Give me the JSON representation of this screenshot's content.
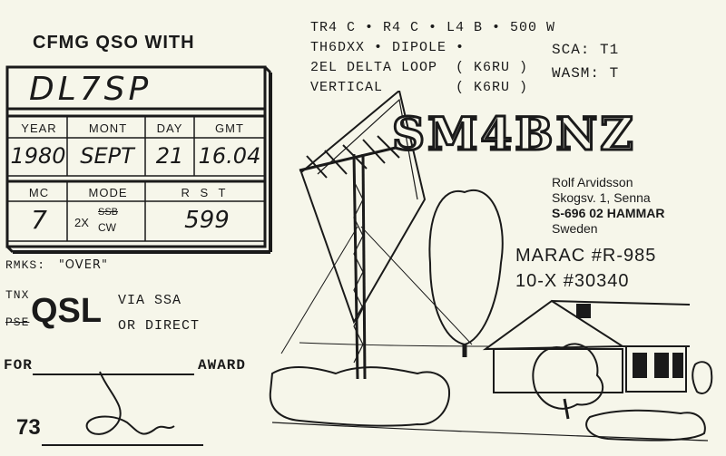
{
  "header": {
    "qso_with": "CFMG QSO WITH"
  },
  "qso": {
    "to_call": "DL7SP",
    "labels": {
      "year": "YEAR",
      "month": "MONT",
      "day": "DAY",
      "gmt": "GMT",
      "mc": "MC",
      "mode": "MODE",
      "rst": "R S T"
    },
    "values": {
      "year": "1980",
      "month": "SEPT",
      "day": "21",
      "gmt": "16.04",
      "mc": "7",
      "mode_prefix": "2X",
      "mode_struck": "SSB",
      "mode": "CW",
      "rst": "599"
    }
  },
  "rig": {
    "lines": [
      "TR4 C • R4 C • L4 B • 500 W",
      "TH6DXX • DIPOLE •",
      "2EL DELTA LOOP  ( K6RU )",
      "VERTICAL        ( K6RU )"
    ]
  },
  "awards": {
    "sca": "SCA: T1",
    "wasm": "WASM: T"
  },
  "station": {
    "callsign": "SM4BNZ",
    "name": "Rolf Arvidsson",
    "street": "Skogsv. 1, Senna",
    "postal": "S-696 02 HAMMAR",
    "country": "Sweden"
  },
  "clubs": {
    "marac": "MARAC #R-985",
    "tenx": "10-X #30340"
  },
  "remarks": {
    "label": "RMKS:",
    "text": "\"OVER\""
  },
  "qsl": {
    "tnx": "TNX",
    "pse": "PSE",
    "word": "QSL",
    "via1": "VIA SSA",
    "via2": "OR DIRECT"
  },
  "footer": {
    "for": "FOR",
    "award": "AWARD",
    "seventy_three": "73"
  }
}
